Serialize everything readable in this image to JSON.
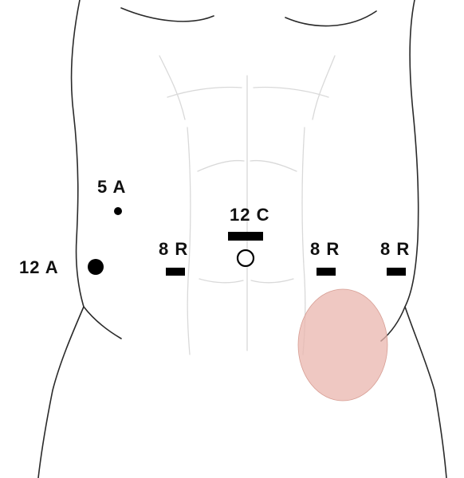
{
  "labels": {
    "port_5a": "5 A",
    "port_12a": "12 A",
    "port_12c": "12 C",
    "port_8r_left": "8 R",
    "port_8r_mid": "8 R",
    "port_8r_right": "8 R"
  },
  "colors": {
    "outline": "#2a2a2a",
    "muscle_lines": "#d9d9d9",
    "port_mark": "#000000",
    "target_area": "#e9b6ad"
  },
  "icons": {
    "assist_port_small": "filled-dot",
    "assist_port_large": "filled-dot",
    "camera_port": "open-circle",
    "robotic_port": "bar"
  }
}
